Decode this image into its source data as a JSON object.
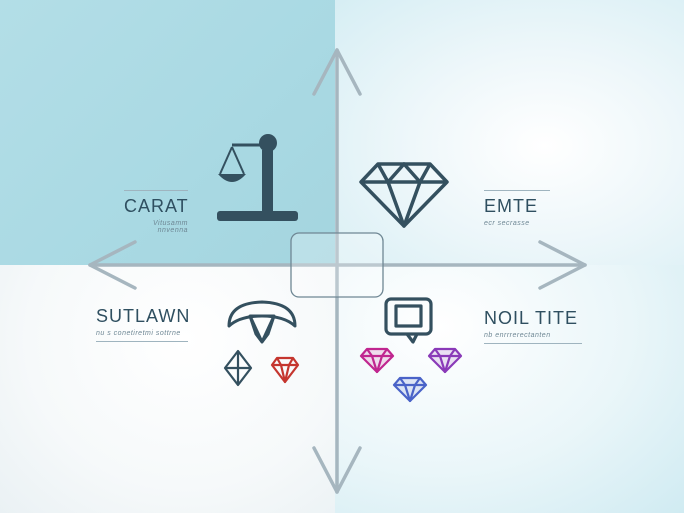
{
  "quadrants": {
    "top_left": {
      "label": "CARAT",
      "sublabel": "Vitusamm nnvenna",
      "icon": "balance-scale-icon"
    },
    "top_right": {
      "label": "EMTE",
      "sublabel": "ecr secrasse",
      "icon": "diamond-icon"
    },
    "bottom_left": {
      "label": "SUTLAWN",
      "sublabel": "nu s conetiretmi sottrne",
      "icons": [
        "ring-icon",
        "dark-gem-icon",
        "red-gem-icon"
      ]
    },
    "bottom_right": {
      "label": "NOIL TITE",
      "sublabel": "nb enrrrerectanten",
      "icons": [
        "square-frame-icon",
        "pink-gem-icon",
        "purple-gem-icon",
        "blue-gem-icon"
      ]
    }
  },
  "colors": {
    "axis": "#a6b6bf",
    "icon_dark": "#34505f",
    "gem_red": "#c5362f",
    "gem_pink": "#c0268f",
    "gem_purple": "#8a3ab8",
    "gem_blue": "#4a63c8",
    "top_left_bg": "#a9d9e3"
  }
}
